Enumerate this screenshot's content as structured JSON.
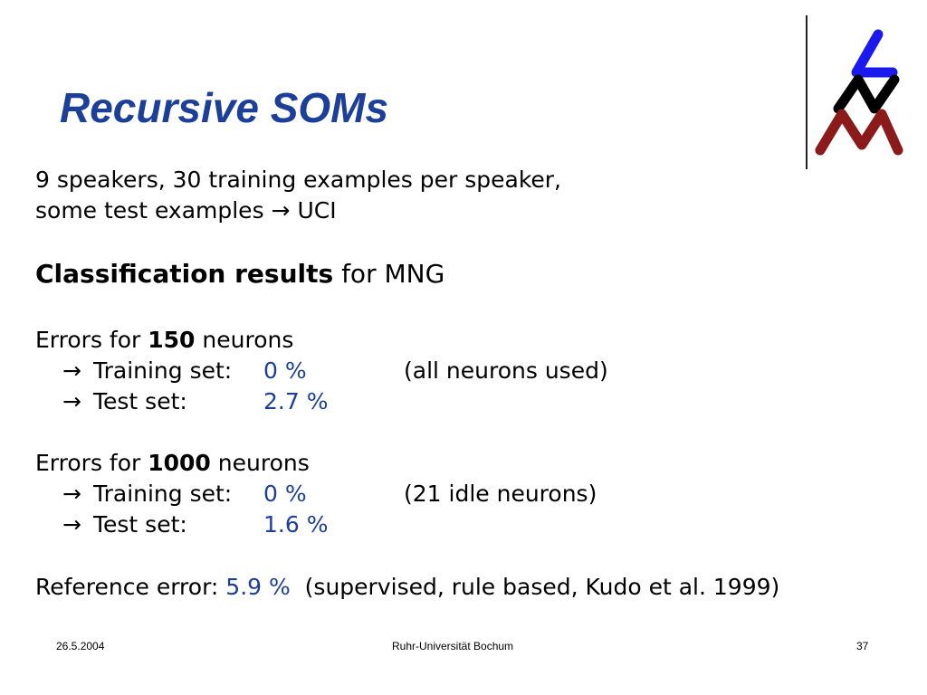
{
  "title": "Recursive SOMs",
  "intro": {
    "line1": "9 speakers, 30 training examples per speaker,",
    "line2_text": "some test examples",
    "line2_arrow": "→",
    "line2_end": "UCI"
  },
  "heading": {
    "bold": "Classification results",
    "rest": "for MNG"
  },
  "block150": {
    "prefix": "Errors for",
    "count": "150",
    "suffix": "neurons",
    "train_arrow": "→",
    "train_label": "Training set:",
    "train_value": "0 %",
    "train_note": "(all neurons used)",
    "test_arrow": "→",
    "test_label": "Test set:",
    "test_value": "2.7 %"
  },
  "block1000": {
    "prefix": "Errors for",
    "count": "1000",
    "suffix": "neurons",
    "train_arrow": "→",
    "train_label": "Training set:",
    "train_value": "0 %",
    "train_note": "(21 idle neurons)",
    "test_arrow": "→",
    "test_label": "Test set:",
    "test_value": "1.6 %"
  },
  "reference": {
    "label": "Reference error:",
    "value": "5.9 %",
    "note": "(supervised, rule based, Kudo et al. 1999)"
  },
  "footer": {
    "date": "26.5.2004",
    "institution": "Ruhr-Universität Bochum",
    "page": "37"
  },
  "colors": {
    "title": "#1c3f99",
    "value": "#1c3f99",
    "logo_blue": "#1a1aee",
    "logo_black": "#000000",
    "logo_red": "#8b1a1a"
  },
  "logo": {
    "icon": "lnm-logo-icon"
  }
}
